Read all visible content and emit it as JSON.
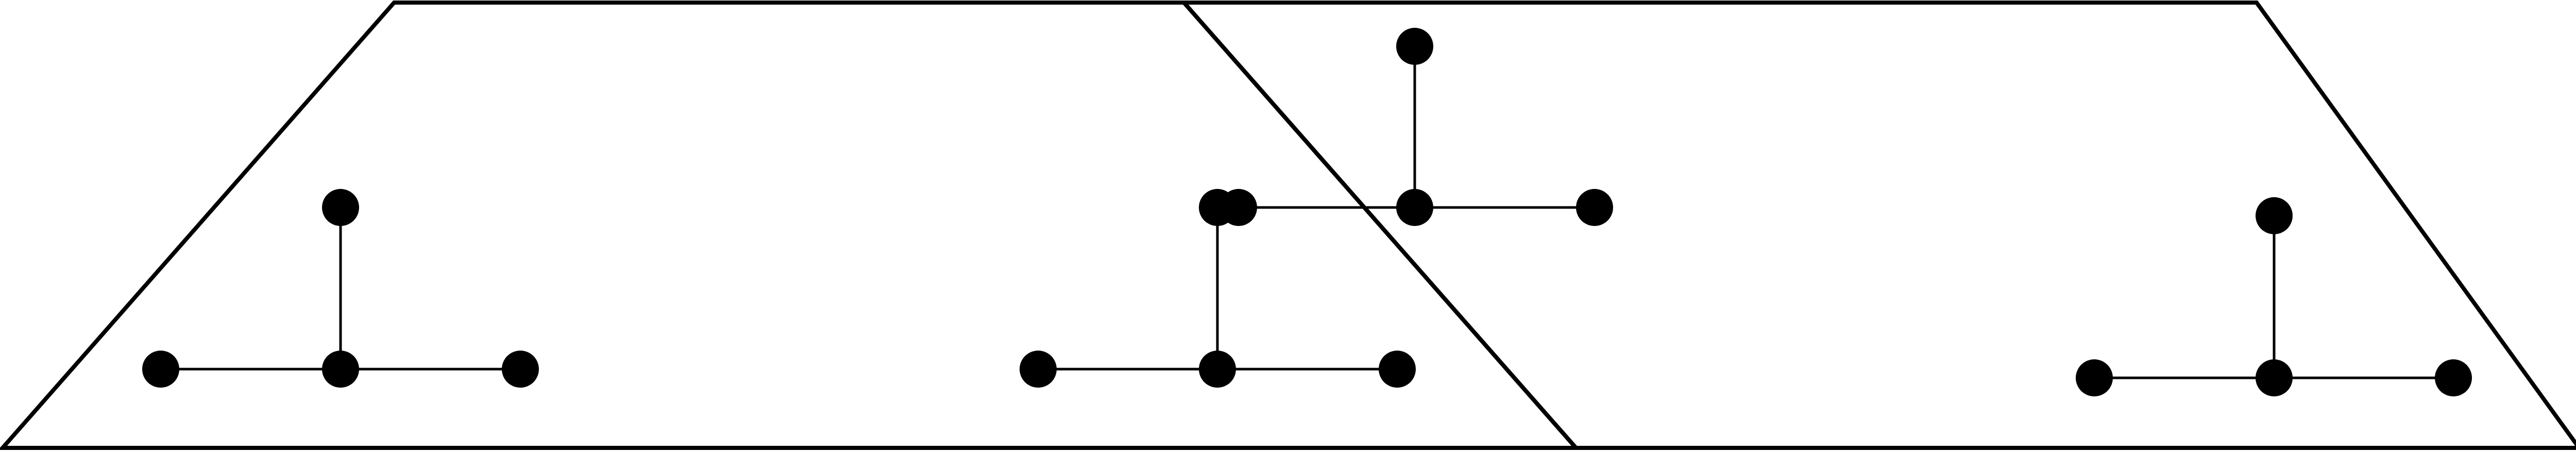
{
  "figure": {
    "colors": {
      "background": "#ffffff",
      "ink": "#000000"
    },
    "regions": [
      {
        "name": "left-trapezoid",
        "shape": "trapezoid"
      },
      {
        "name": "right-parallelogram",
        "shape": "parallelogram",
        "overlaps": "left-trapezoid"
      }
    ],
    "subgraphs": [
      {
        "name": "left-tree",
        "shape": "T",
        "vertex_count": 4,
        "edge_count": 3
      },
      {
        "name": "middle-tree",
        "shape": "T with extended branch",
        "vertex_count": 8,
        "edge_count": 7
      },
      {
        "name": "right-tree",
        "shape": "T",
        "vertex_count": 4,
        "edge_count": 3
      }
    ]
  }
}
